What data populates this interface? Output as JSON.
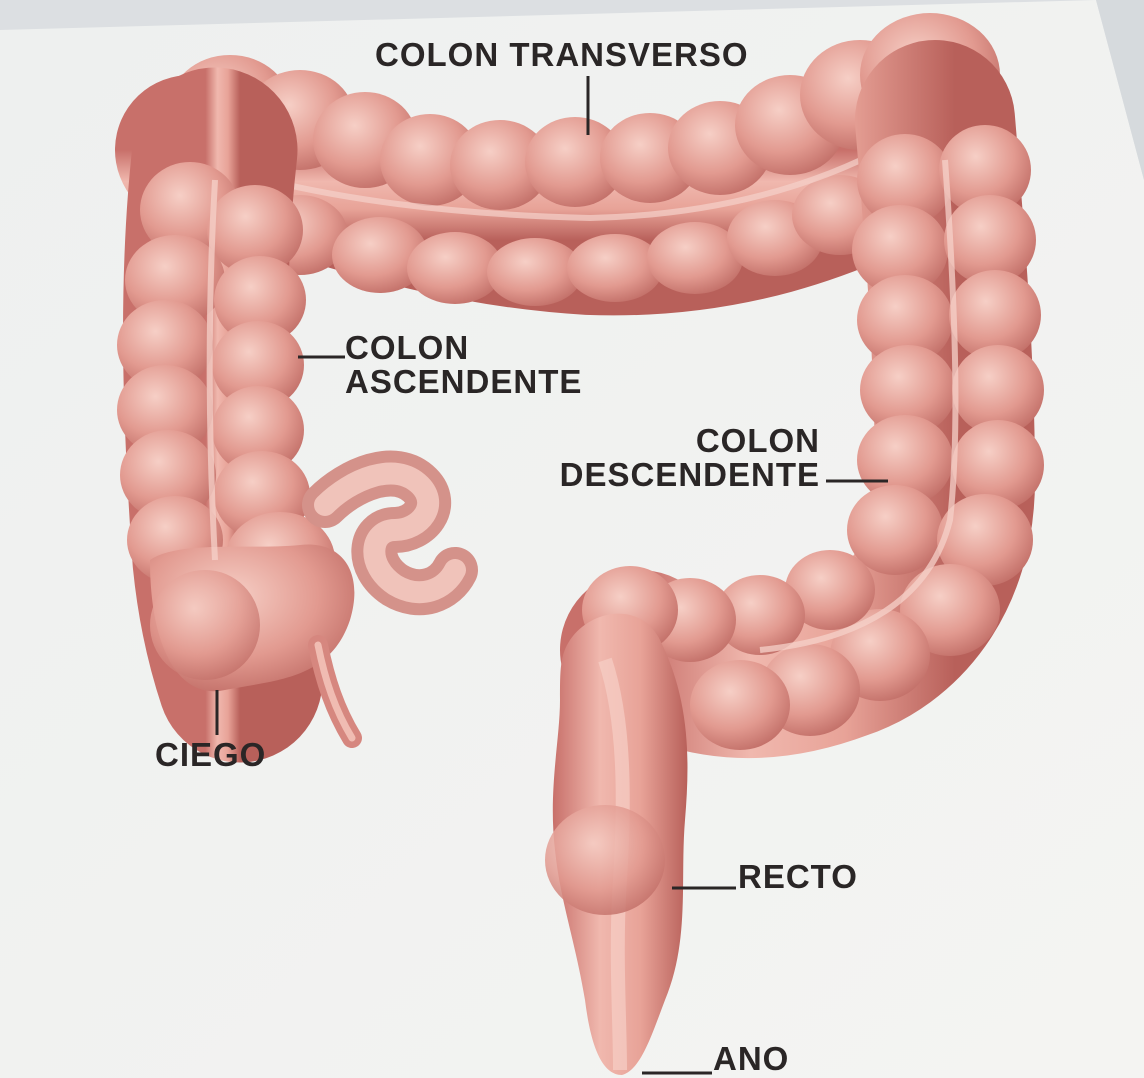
{
  "diagram": {
    "labels": {
      "transverse": "COLON TRANSVERSO",
      "ascending_1": "COLON",
      "ascending_2": "ASCENDENTE",
      "descending_1": "COLON",
      "descending_2": "DESCENDENTE",
      "cecum": "CIEGO",
      "rectum": "RECTO",
      "anus": "ANO"
    }
  },
  "colors": {
    "tissue": "#e39c92",
    "tissue_dark": "#b9615a",
    "tissue_light": "#f2c4ba",
    "paper": "#f1f2f1",
    "background": "#dcdfe2",
    "ink": "#2a2626"
  }
}
